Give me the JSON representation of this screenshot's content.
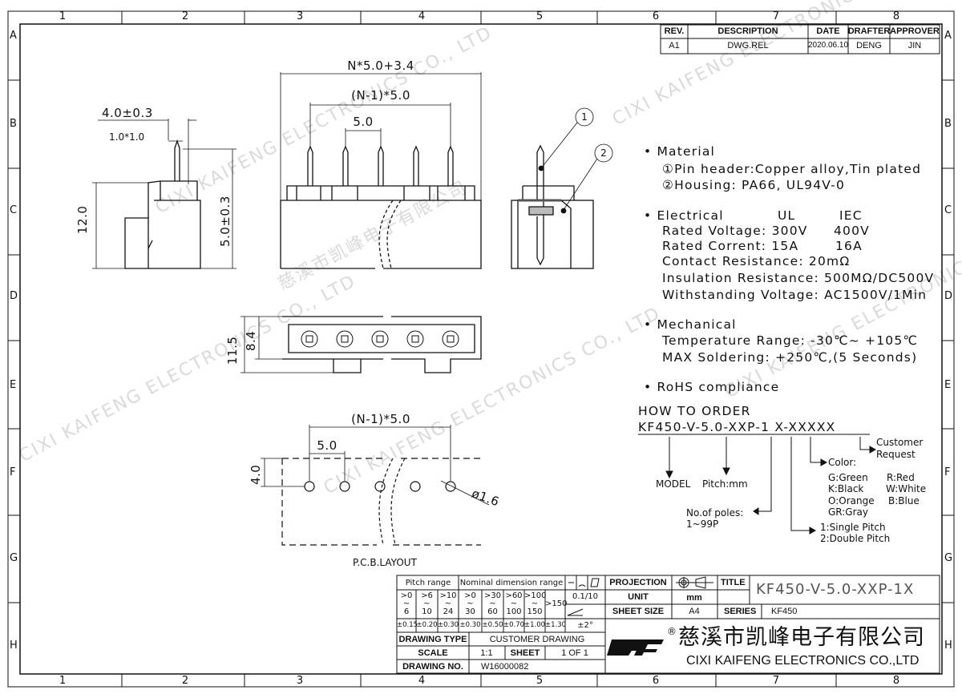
{
  "border": {
    "columns": [
      "1",
      "2",
      "3",
      "4",
      "5",
      "6",
      "7",
      "8"
    ],
    "rows": [
      "A",
      "B",
      "C",
      "D",
      "E",
      "F",
      "G",
      "H"
    ]
  },
  "revision": {
    "headers": [
      "REV.",
      "DESCRIPTION",
      "DATE",
      "DRAFTER",
      "APPROVER"
    ],
    "row": [
      "A1",
      "DWG.REL",
      "2020.06.10",
      "DENG",
      "JIN"
    ]
  },
  "dimensions": {
    "overall": "N*5.0+3.4",
    "span": "(N-1)*5.0",
    "pitch": "5.0",
    "width": "4.0±0.3",
    "chamfer": "1.0*1.0",
    "height": "12.0",
    "pin": "5.0±0.3",
    "depth_outer": "11.5",
    "depth_inner": "8.4",
    "pcb_span": "(N-1)*5.0",
    "pcb_pitch": "5.0",
    "pcb_offset": "4.0",
    "hole": "ø1.6",
    "callout1": "1",
    "callout2": "2",
    "pcb_label": "P.C.B.LAYOUT"
  },
  "specs": {
    "material": "• Material",
    "pin_header": "①Pin header:Copper alloy,Tin plated",
    "housing": "②Housing: PA66, UL94V-0",
    "electrical": "• Electrical",
    "ul": "UL",
    "iec": "IEC",
    "voltage": "Rated Voltage: 300V",
    "voltage_iec": "400V",
    "current": "Rated Corrent: 15A",
    "current_iec": "16A",
    "contact": "Contact Resistance: 20mΩ",
    "insulation": "Insulation Resistance: 500MΩ/DC500V",
    "withstanding": "Withstanding Voltage: AC1500V/1Min",
    "mechanical": "• Mechanical",
    "temperature": "Temperature Range: -30℃~ +105℃",
    "soldering": "MAX Soldering: +250℃,(5 Seconds)",
    "rohs": "• RoHS compliance"
  },
  "order": {
    "title": "HOW TO ORDER",
    "code": "KF450-V-5.0-XXP-1 X-XXXXX",
    "model": "MODEL",
    "pitch": "Pitch:mm",
    "poles": "No.of poles:",
    "poles_range": "1~99P",
    "pitch_type1": "1:Single Pitch",
    "pitch_type2": "2:Double Pitch",
    "color": "Color:",
    "colors": [
      "G:Green",
      "R:Red",
      "K:Black",
      "W:White",
      "O:Orange",
      "B:Blue",
      "GR:Gray"
    ],
    "customer1": "Customer",
    "customer2": "Request"
  },
  "tolerance": {
    "pitch_header": "Pitch range",
    "nominal_header": "Nominal dimension range",
    "ranges": [
      [
        ">0",
        "~",
        "6"
      ],
      [
        ">6",
        "~",
        "10"
      ],
      [
        ">10",
        "~",
        "24"
      ],
      [
        ">0",
        "~",
        "30"
      ],
      [
        ">30",
        "~",
        "60"
      ],
      [
        ">60",
        "~",
        "100"
      ],
      [
        ">100",
        "~",
        "150"
      ]
    ],
    "over150": ">150",
    "values": [
      "±0.15",
      "±0.20",
      "±0.30",
      "±0.30",
      "±0.50",
      "±0.70",
      "±1.00",
      "±1.30"
    ],
    "flat": "0.1/10",
    "angle": "±2°"
  },
  "titleblock": {
    "projection_label": "PROJECTION",
    "unit_label": "UNIT",
    "unit": "mm",
    "sheet_size_label": "SHEET SIZE",
    "sheet_size": "A4",
    "title_label": "TITLE",
    "title": "KF450-V-5.0-XXP-1X",
    "series_label": "SERIES",
    "series": "KF450",
    "drawing_type_label": "DRAWING TYPE",
    "drawing_type": "CUSTOMER DRAWING",
    "scale_label": "SCALE",
    "scale": "1:1",
    "sheet_label": "SHEET",
    "sheet": "1 OF 1",
    "drawing_no_label": "DRAWING NO.",
    "drawing_no": "W16000082",
    "company_cn": "慈溪市凯峰电子有限公司",
    "company_en": "CIXI KAIFENG ELECTRONICS CO.,LTD",
    "logo": "DFF",
    "registered": "®"
  },
  "watermark": {
    "cn": "慈溪市凯峰电子有限公司",
    "en": "CIXI KAIFENG ELECTRONICS CO., LTD"
  }
}
